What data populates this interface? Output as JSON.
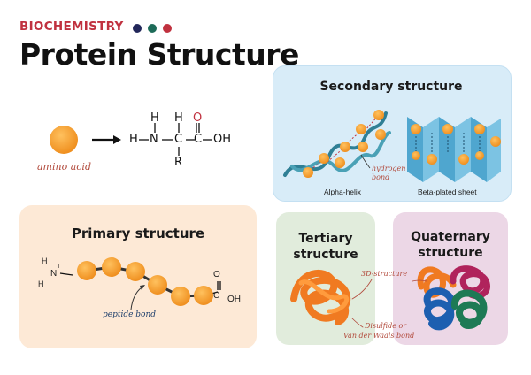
{
  "header": {
    "eyebrow": "BIOCHEMISTRY",
    "title": "Protein Structure",
    "dot_colors": [
      "#22275a",
      "#1d6b58",
      "#c0313f"
    ]
  },
  "amino_acid": {
    "label": "amino acid",
    "formula": {
      "h_top_left": "H",
      "h_top_right": "H",
      "o_top": "O",
      "h_left": "H",
      "n": "N",
      "c1": "C",
      "c2": "C",
      "oh": "OH",
      "r": "R"
    }
  },
  "primary": {
    "title": "Primary structure",
    "bond_label": "peptide bond",
    "h1": "H",
    "n": "N",
    "h2": "H",
    "o": "O",
    "c": "C",
    "oh": "OH"
  },
  "secondary": {
    "title": "Secondary structure",
    "helix_label": "Alpha-helix",
    "sheet_label": "Beta-plated sheet",
    "hbond_label_1": "hydrogen",
    "hbond_label_2": "bond"
  },
  "tertiary": {
    "title_1": "Tertiary",
    "title_2": "structure",
    "label_3d": "3D-structure",
    "label_bond_1": "Disulfide or",
    "label_bond_2": "Van der Waals bond"
  },
  "quaternary": {
    "title_1": "Quaternary",
    "title_2": "structure"
  },
  "colors": {
    "bead": "#f5a431",
    "bead_edge": "#e58a1c",
    "accent": "#c0313f",
    "primary_bg": "#fde9d6",
    "secondary_bg": "#d8ecf8",
    "tertiary_bg": "#e1ecdc",
    "quaternary_bg": "#ecd7e6",
    "helix": "#3a8fa6",
    "sheet": "#5fb4d8"
  }
}
